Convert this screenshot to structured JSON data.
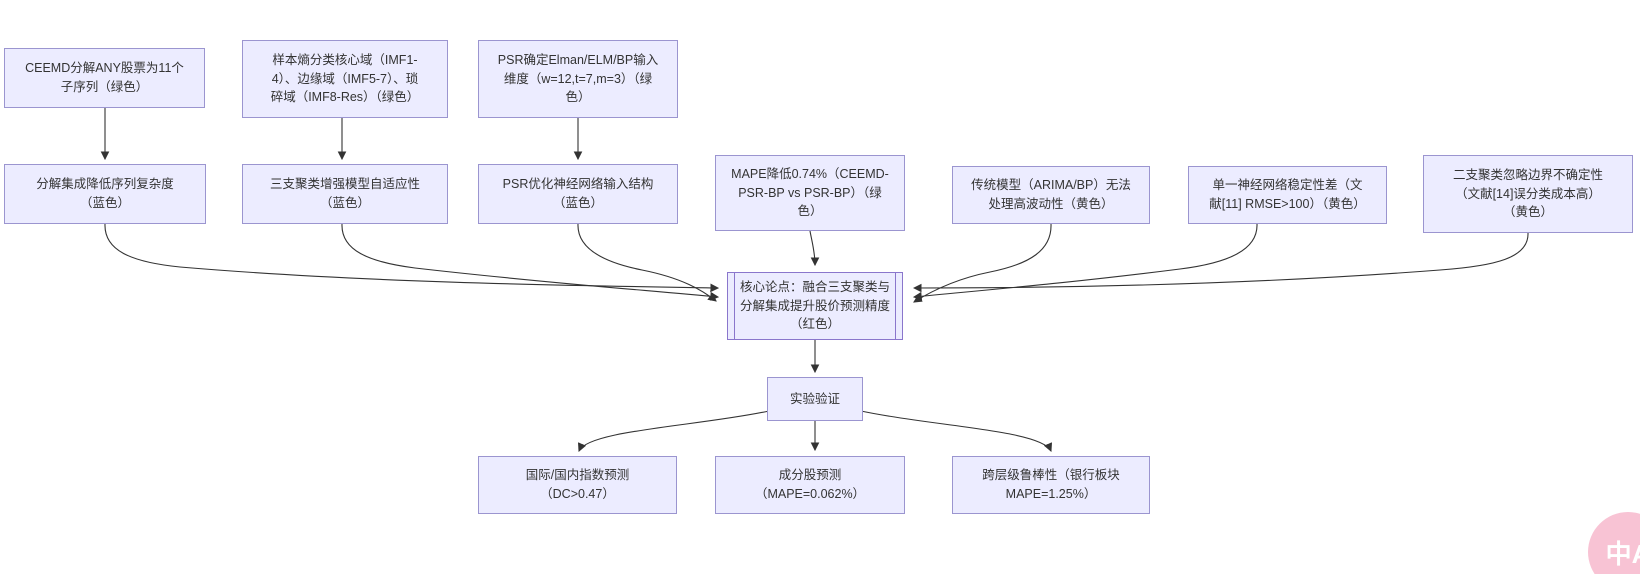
{
  "diagram": {
    "type": "flowchart",
    "direction": "top-down",
    "nodes": [
      {
        "id": "ceemd",
        "label": "CEEMD分解ANY股票为11个\n子序列（绿色）"
      },
      {
        "id": "entropy",
        "label": "样本熵分类核心域（IMF1-\n4）、边缘域（IMF5-7）、琐\n碎域（IMF8-Res）（绿色）"
      },
      {
        "id": "psr",
        "label": "PSR确定Elman/ELM/BP输入\n维度（w=12,t=7,m=3）（绿\n色）"
      },
      {
        "id": "decomp",
        "label": "分解集成降低序列复杂度\n（蓝色）"
      },
      {
        "id": "threeway",
        "label": "三支聚类增强模型自适应性\n（蓝色）"
      },
      {
        "id": "psropt",
        "label": "PSR优化神经网络输入结构\n（蓝色）"
      },
      {
        "id": "mape",
        "label": "MAPE降低0.74%（CEEMD-\nPSR-BP vs PSR-BP）（绿\n色）"
      },
      {
        "id": "arima",
        "label": "传统模型（ARIMA/BP）无法\n处理高波动性（黄色）"
      },
      {
        "id": "singlenn",
        "label": "单一神经网络稳定性差（文\n献[11] RMSE>100）（黄色）"
      },
      {
        "id": "twoway",
        "label": "二支聚类忽略边界不确定性\n（文献[14]误分类成本高）\n（黄色）"
      },
      {
        "id": "core",
        "label": "核心论点：融合三支聚类与\n分解集成提升股价预测精度\n（红色）"
      },
      {
        "id": "exp",
        "label": "实验验证"
      },
      {
        "id": "index",
        "label": "国际/国内指数预测\n（DC>0.47）"
      },
      {
        "id": "stock",
        "label": "成分股预测\n（MAPE=0.062%）"
      },
      {
        "id": "bank",
        "label": "跨层级鲁棒性（银行板块\nMAPE=1.25%）"
      }
    ],
    "edges": [
      {
        "from": "ceemd",
        "to": "decomp"
      },
      {
        "from": "entropy",
        "to": "threeway"
      },
      {
        "from": "psr",
        "to": "psropt"
      },
      {
        "from": "decomp",
        "to": "core"
      },
      {
        "from": "threeway",
        "to": "core"
      },
      {
        "from": "psropt",
        "to": "core"
      },
      {
        "from": "mape",
        "to": "core"
      },
      {
        "from": "arima",
        "to": "core"
      },
      {
        "from": "singlenn",
        "to": "core"
      },
      {
        "from": "twoway",
        "to": "core"
      },
      {
        "from": "core",
        "to": "exp"
      },
      {
        "from": "exp",
        "to": "index"
      },
      {
        "from": "exp",
        "to": "stock"
      },
      {
        "from": "exp",
        "to": "bank"
      }
    ]
  },
  "colors": {
    "node_fill": "#ECECFF",
    "node_border": "#9B95D0",
    "core_border": "#8A76CC",
    "edge": "#333333",
    "text": "#333333",
    "fab_pink": "#F8C3D4"
  },
  "floating_button": {
    "label": "中A"
  }
}
